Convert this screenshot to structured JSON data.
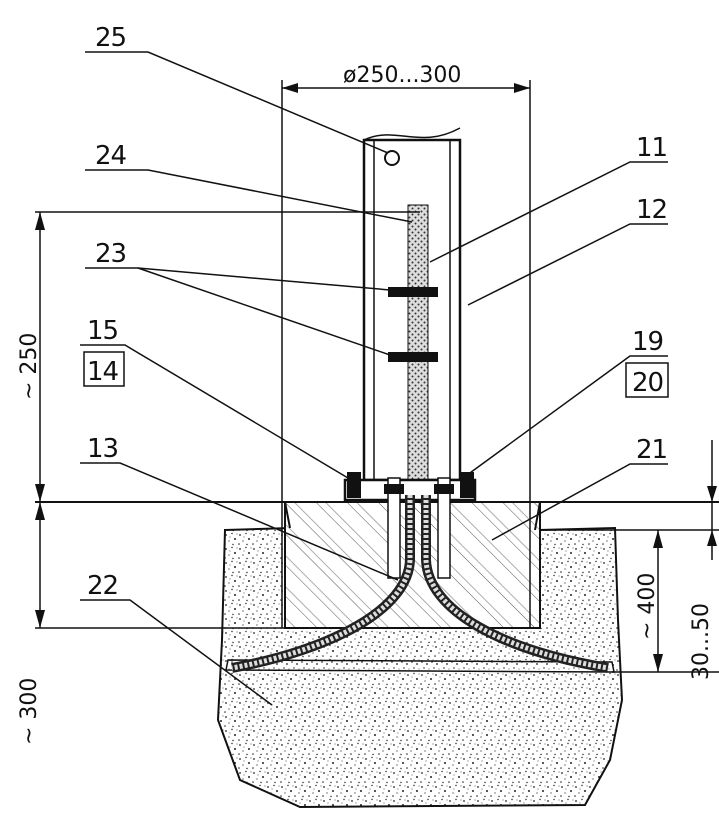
{
  "drawing": {
    "callouts": {
      "c25": "25",
      "c24": "24",
      "c11": "11",
      "c12": "12",
      "c23": "23",
      "c15": "15",
      "c14": "14",
      "c19": "19",
      "c20": "20",
      "c13": "13",
      "c21": "21",
      "c22": "22"
    },
    "dimensions": {
      "diameter": "ø250...300",
      "height_top": "~ 250",
      "depth_bottom": "~ 300",
      "depth_foundation": "~ 400",
      "gravel": "30...50"
    }
  }
}
